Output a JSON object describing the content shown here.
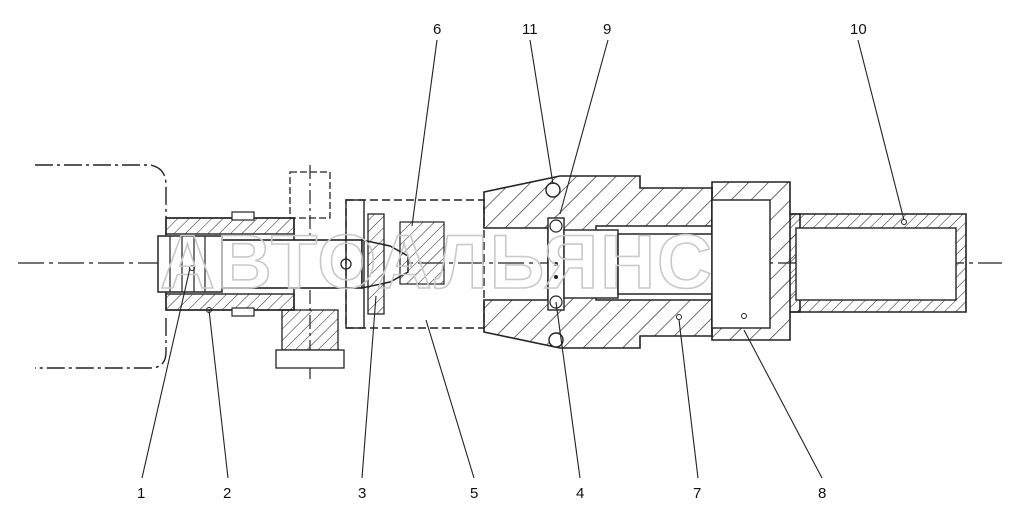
{
  "watermark": "АВТОАЛЬЯНС",
  "callouts": [
    {
      "id": "1",
      "text": "1"
    },
    {
      "id": "2",
      "text": "2"
    },
    {
      "id": "3",
      "text": "3"
    },
    {
      "id": "5",
      "text": "5"
    },
    {
      "id": "4",
      "text": "4"
    },
    {
      "id": "7",
      "text": "7"
    },
    {
      "id": "8",
      "text": "8"
    },
    {
      "id": "6",
      "text": "6"
    },
    {
      "id": "11",
      "text": "11"
    },
    {
      "id": "9",
      "text": "9"
    },
    {
      "id": "10",
      "text": "10"
    }
  ]
}
